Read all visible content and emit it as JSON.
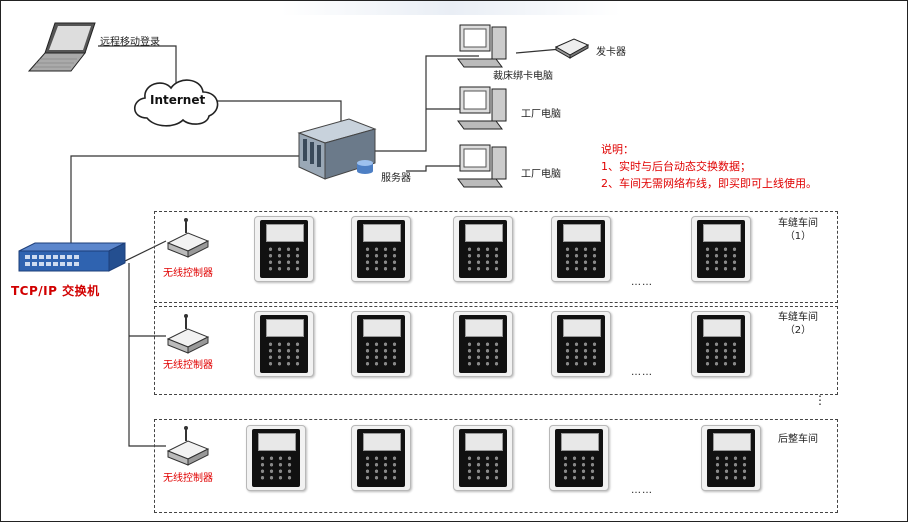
{
  "labels": {
    "laptop": "远程移动登录",
    "internet": "Internet",
    "pc_main": "裁床绑卡电脑",
    "card_issuer": "发卡器",
    "pc_factory_1": "工厂电脑",
    "pc_factory_2": "工厂电脑",
    "server": "服务器",
    "switch": "TCP/IP 交换机"
  },
  "note": {
    "title": "说明：",
    "line1": "1、实时与后台动态交换数据；",
    "line2": "2、车间无需网络布线，即买即可上线使用。"
  },
  "workshops": [
    {
      "controller_label": "无线控制器",
      "name_line1": "车缝车间",
      "name_line2": "（1）",
      "ellipsis": "……"
    },
    {
      "controller_label": "无线控制器",
      "name_line1": "车缝车间",
      "name_line2": "（2）",
      "ellipsis": "……"
    },
    {
      "controller_label": "无线控制器",
      "name_line1": "后整车间",
      "name_line2": "",
      "ellipsis": "……"
    }
  ],
  "between_dots": "⋮",
  "colors": {
    "accent_red": "#e00000",
    "switch_blue": "#2f63b0",
    "line": "#333333"
  }
}
